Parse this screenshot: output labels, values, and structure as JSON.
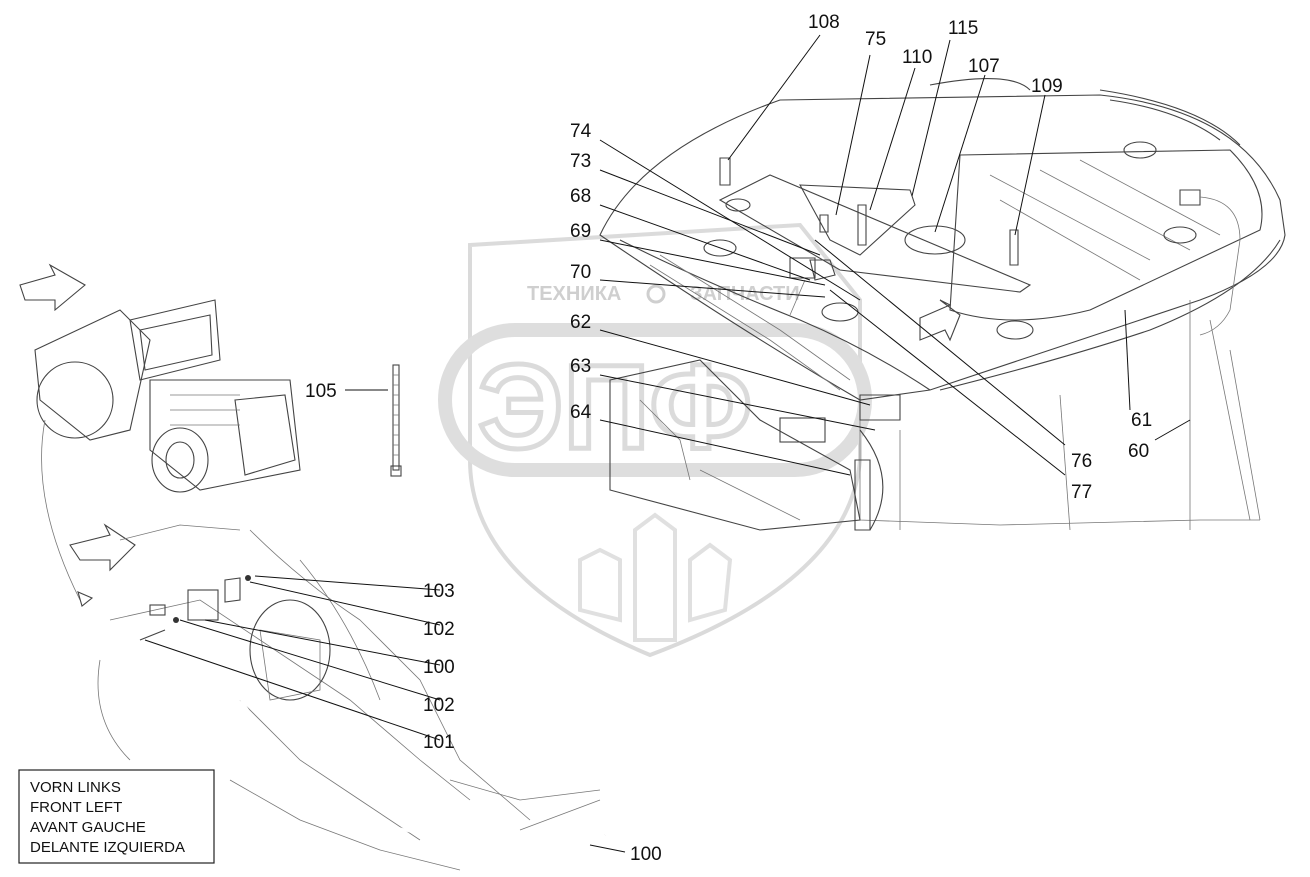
{
  "watermark": {
    "brand_text": "ТЕХНИКА",
    "brand_text_2": "ЗАПЧАСТИ",
    "logo_letters": "ЭПФ"
  },
  "callouts": [
    {
      "id": "c108",
      "text": "108"
    },
    {
      "id": "c75",
      "text": "75"
    },
    {
      "id": "c115",
      "text": "115"
    },
    {
      "id": "c110",
      "text": "110"
    },
    {
      "id": "c107",
      "text": "107"
    },
    {
      "id": "c109",
      "text": "109"
    },
    {
      "id": "c74",
      "text": "74"
    },
    {
      "id": "c73",
      "text": "73"
    },
    {
      "id": "c68",
      "text": "68"
    },
    {
      "id": "c69",
      "text": "69"
    },
    {
      "id": "c70",
      "text": "70"
    },
    {
      "id": "c62",
      "text": "62"
    },
    {
      "id": "c63",
      "text": "63"
    },
    {
      "id": "c64",
      "text": "64"
    },
    {
      "id": "c105",
      "text": "105"
    },
    {
      "id": "c61",
      "text": "61"
    },
    {
      "id": "c60",
      "text": "60"
    },
    {
      "id": "c76",
      "text": "76"
    },
    {
      "id": "c77",
      "text": "77"
    },
    {
      "id": "c103",
      "text": "103"
    },
    {
      "id": "c102a",
      "text": "102"
    },
    {
      "id": "c100a",
      "text": "100"
    },
    {
      "id": "c102b",
      "text": "102"
    },
    {
      "id": "c101",
      "text": "101"
    },
    {
      "id": "c100b",
      "text": "100"
    }
  ],
  "legend": {
    "lines": [
      "VORN LINKS",
      "FRONT LEFT",
      "AVANT GAUCHE",
      "DELANTE IZQUIERDA"
    ]
  }
}
